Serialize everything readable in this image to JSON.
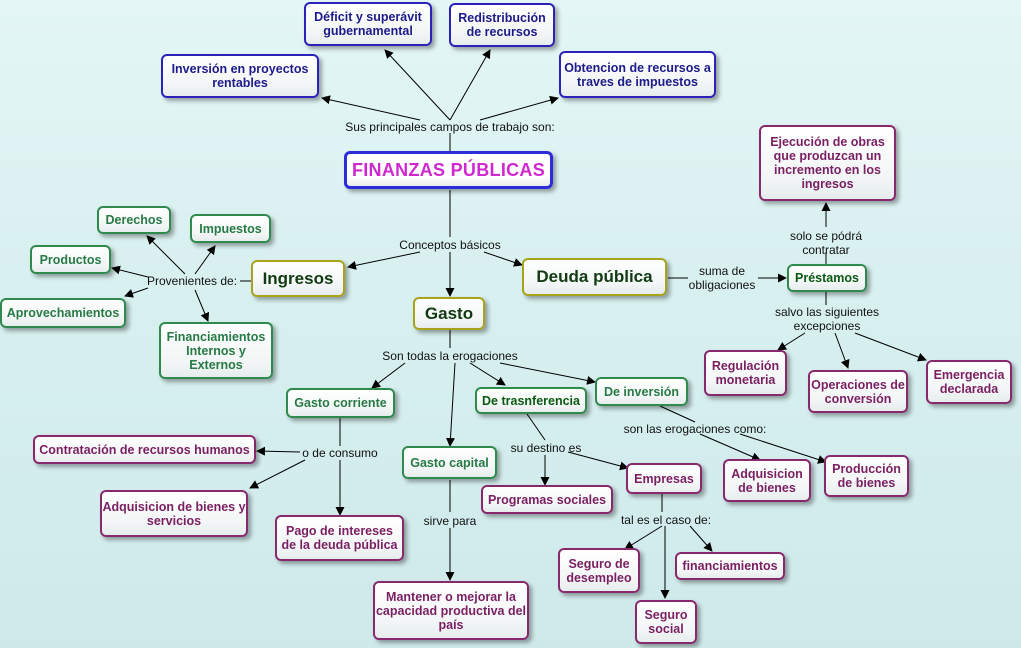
{
  "title": "FINANZAS PÚBLICAS",
  "nodes": {
    "deficit": "Déficit y superávit gubernamental",
    "redistribucion": "Redistribución de recursos",
    "inversion_proyectos": "Inversión en proyectos rentables",
    "obtencion": "Obtencion de recursos a traves de impuestos",
    "ejecucion": "Ejecución de obras que produzcan un incremento en los ingresos",
    "derechos": "Derechos",
    "impuestos": "Impuestos",
    "productos": "Productos",
    "aprovechamientos": "Aprovechamientos",
    "financiamientos_ie": "Financiamientos Internos y Externos",
    "ingresos": "Ingresos",
    "deuda": "Deuda pública",
    "prestamos": "Préstamos",
    "gasto": "Gasto",
    "regulacion": "Regulación monetaria",
    "operaciones": "Operaciones de conversión",
    "emergencia": "Emergencia declarada",
    "gasto_corriente": "Gasto corriente",
    "transferencia": "De trasnferencia",
    "inversion": "De inversión",
    "contratacion": "Contratación de recursos humanos",
    "gasto_capital": "Gasto capital",
    "adq_servicios": "Adquisicion de bienes y servicios",
    "pago_intereses": "Pago de intereses de la deuda pública",
    "programas": "Programas sociales",
    "empresas": "Empresas",
    "adq_bienes": "Adquisicion de bienes",
    "produccion": "Producción de bienes",
    "seguro_desempleo": "Seguro de desempleo",
    "financiamientos": "financiamientos",
    "seguro_social": "Seguro social",
    "mantener": "Mantener o mejorar la capacidad productiva del país"
  },
  "labels": {
    "campos": "Sus principales campos de trabajo son:",
    "conceptos": "Conceptos básicos",
    "provenientes": "Provenientes de:",
    "suma": "suma de obligaciones",
    "solo": "solo se pódrá contratar",
    "salvo": "salvo las siguientes excepciones",
    "erogaciones": "Son todas la erogaciones",
    "consumo": "o de consumo",
    "destino": "su destino es",
    "erog_como": "son las erogaciones como:",
    "sirve": "sirve para",
    "caso": "tal es el caso de:"
  },
  "colors": {
    "blue_border": "#2c22b8",
    "green_border": "#2f8a4e",
    "olive_border": "#a8a21c",
    "purple_border": "#88296e",
    "title_text": "#d028d0"
  }
}
